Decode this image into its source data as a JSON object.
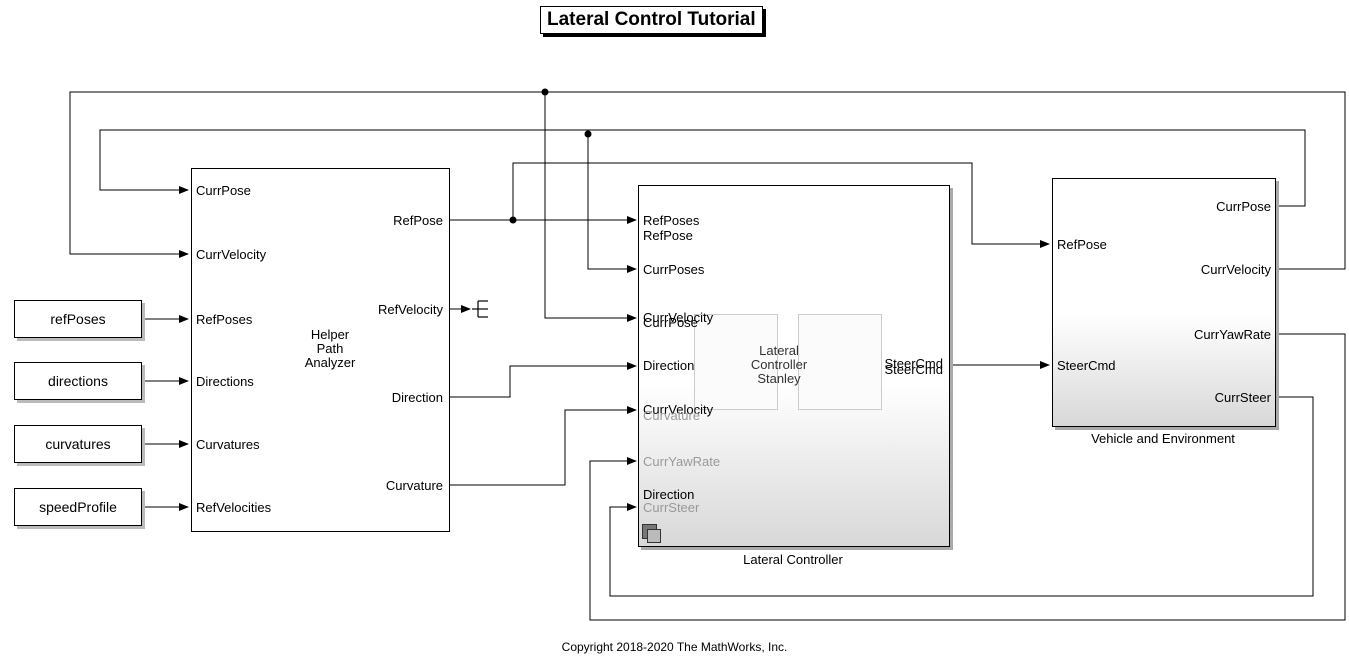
{
  "title": "Lateral Control Tutorial",
  "copyright": "Copyright 2018-2020 The MathWorks, Inc.",
  "constants": [
    "refPoses",
    "directions",
    "curvatures",
    "speedProfile"
  ],
  "helper": {
    "label": "Helper\nPath\nAnalyzer",
    "inputs": [
      "CurrPose",
      "CurrVelocity",
      "RefPoses",
      "Directions",
      "Curvatures",
      "RefVelocities"
    ],
    "outputs": [
      "RefPose",
      "RefVelocity",
      "Direction",
      "Curvature"
    ]
  },
  "lateral": {
    "caption": "Lateral Controller",
    "inputs": [
      "RefPoses",
      "CurrPoses",
      "CurrVelocity",
      "Direction",
      "CurrVelocity",
      "CurrYawRate",
      "CurrSteer"
    ],
    "overlay_labels": [
      "RefPose",
      "CurrPose",
      "Curvature",
      "Direction"
    ],
    "inner_label": "Lateral\nController\nStanley",
    "outputs": [
      "SteerCmd",
      "SteerCmd"
    ]
  },
  "vehicle": {
    "caption": "Vehicle and Environment",
    "inputs": [
      "RefPose",
      "SteerCmd"
    ],
    "outputs": [
      "CurrPose",
      "CurrVelocity",
      "CurrYawRate",
      "CurrSteer"
    ]
  },
  "colors": {
    "line": "#000000",
    "disabled_text": "#999999",
    "shadow": "#aaaaaa"
  },
  "icons": [
    "terminator-icon",
    "subsystem-badge-icon"
  ]
}
